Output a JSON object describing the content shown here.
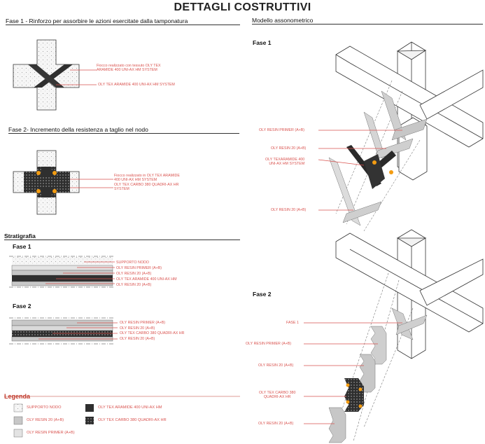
{
  "title": "DETTAGLI COSTRUTTIVI",
  "left": {
    "fase1_title": "Fase 1 - Rinforzo per assorbire le azioni esercitate dalla tamponatura",
    "fase1_labels": {
      "fiocco": "Fiocco realizzato con tessuto OLY TEX ARAMIDE 400 UNI-AX HM SYSTEM",
      "fiocco_l1": "Fiocco realizzato con tessuto OLY TEX",
      "fiocco_l2": "ARAMIDE 400 UNI-AX HM SYSTEM",
      "aramide": "OLY TEX ARAMIDE 400 UNI-AX HM SYSTEM"
    },
    "fase2_title": "Fase 2- Incremento della resistenza a taglio nel nodo",
    "fase2_labels": {
      "l1": "Fiocco realizzato in  OLY TEX ARAMIDE",
      "l2": "400 UNI-AX HM SYSTEM",
      "l3": "OLY TEX CARBO 380 QUADRI-AX HR",
      "l4": "SYSTEM"
    },
    "strat_title": "Stratigrafia",
    "strat_f1_title": "Fase 1",
    "strat_f1_labels": [
      "SUPPORTO NODO",
      "OLY RESIN PRIMER (A+B)",
      "OLY RESIN 20 (A+B)",
      "OLY TEX ARAMIDE 400 UNI-AX HM",
      "OLY RESIN 20 (A+B)"
    ],
    "strat_f2_title": "Fase 2",
    "strat_f2_labels": [
      "OLY RESIN PRIMER (A+B)",
      "OLY RESIN 20 (A+B)",
      "OLY TEX CARBO 380 QUADRI-AX HR",
      "OLY RESIN 20 (A+B)"
    ],
    "legend_title": "Legenda",
    "legend": {
      "supporto": "SUPPORTO NODO",
      "resin20": "OLY RESIN 20 (A+B)",
      "primer": "OLY RESIN PRIMER (A+B)",
      "aramide": "OLY TEX ARAMIDE 400 UNI-AX HM",
      "carbo": "OLY TEX CARBO 380 QUADRI-AX HR"
    }
  },
  "right": {
    "title": "Modello assonometrico",
    "fase1_title": "Fase 1",
    "fase1_labels": {
      "primer": "OLY RESIN PRIMER (A+B)",
      "resin20a": "OLY RESIN 20 (A+B)",
      "tex_l1": "OLY TEXARAMIDE 400",
      "tex_l2": "UNI-AX HM SYSTEM",
      "resin20b": "OLY RESIN 20 (A+B)"
    },
    "fase2_title": "Fase 2",
    "fase2_labels": {
      "fase1": "FASE 1",
      "primer": "OLY RESIN PRIMER (A+B)",
      "resin20a": "OLY RESIN 20 (A+B)",
      "carbo_l1": "OLY TEX CARBO 380",
      "carbo_l2": "QUADRI-AX HR",
      "resin20b": "OLY RESIN 20 (A+B)"
    }
  },
  "colors": {
    "accent_red": "#d9534f",
    "resin20": "#c7c7c7",
    "primer": "#e3e3e3",
    "aramide": "#2f2f2f",
    "carbo": "#3a3a3a",
    "connector": "#f39c12"
  }
}
